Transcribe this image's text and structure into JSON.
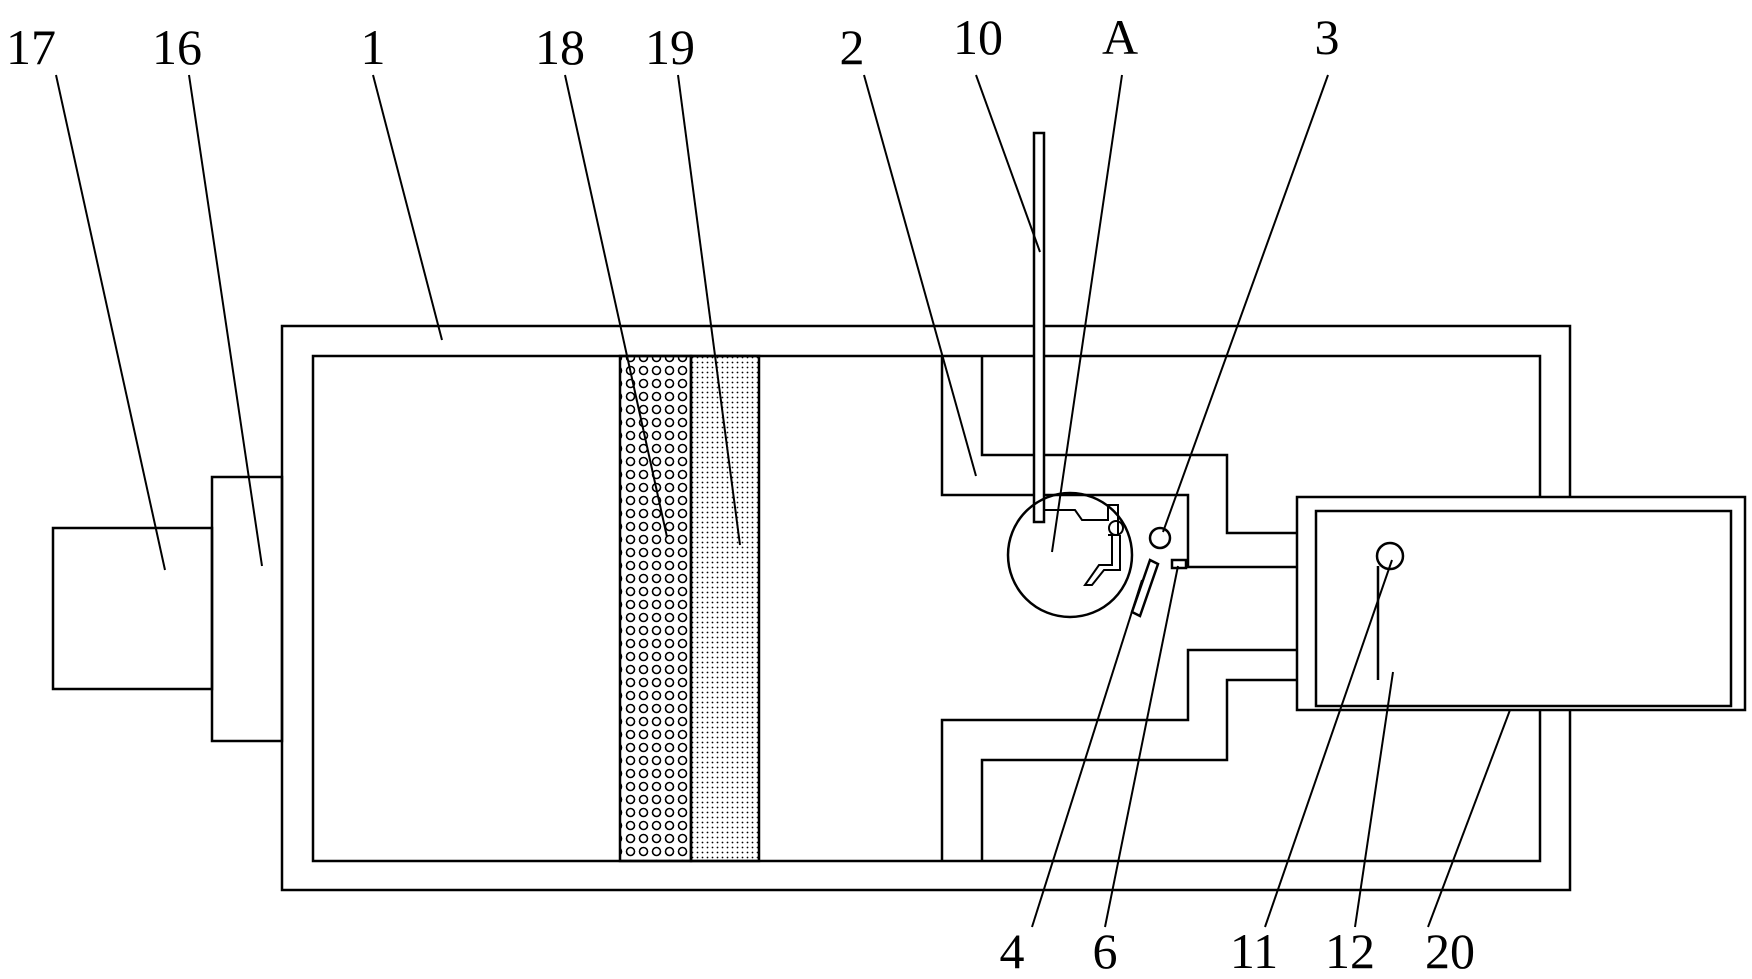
{
  "figure": {
    "labels_top": [
      "17",
      "16",
      "1",
      "18",
      "19",
      "2",
      "10",
      "A",
      "3"
    ],
    "labels_bottom": [
      "4",
      "6",
      "11",
      "12",
      "20"
    ]
  },
  "colors": {
    "line": "#000000",
    "background": "#ffffff"
  }
}
